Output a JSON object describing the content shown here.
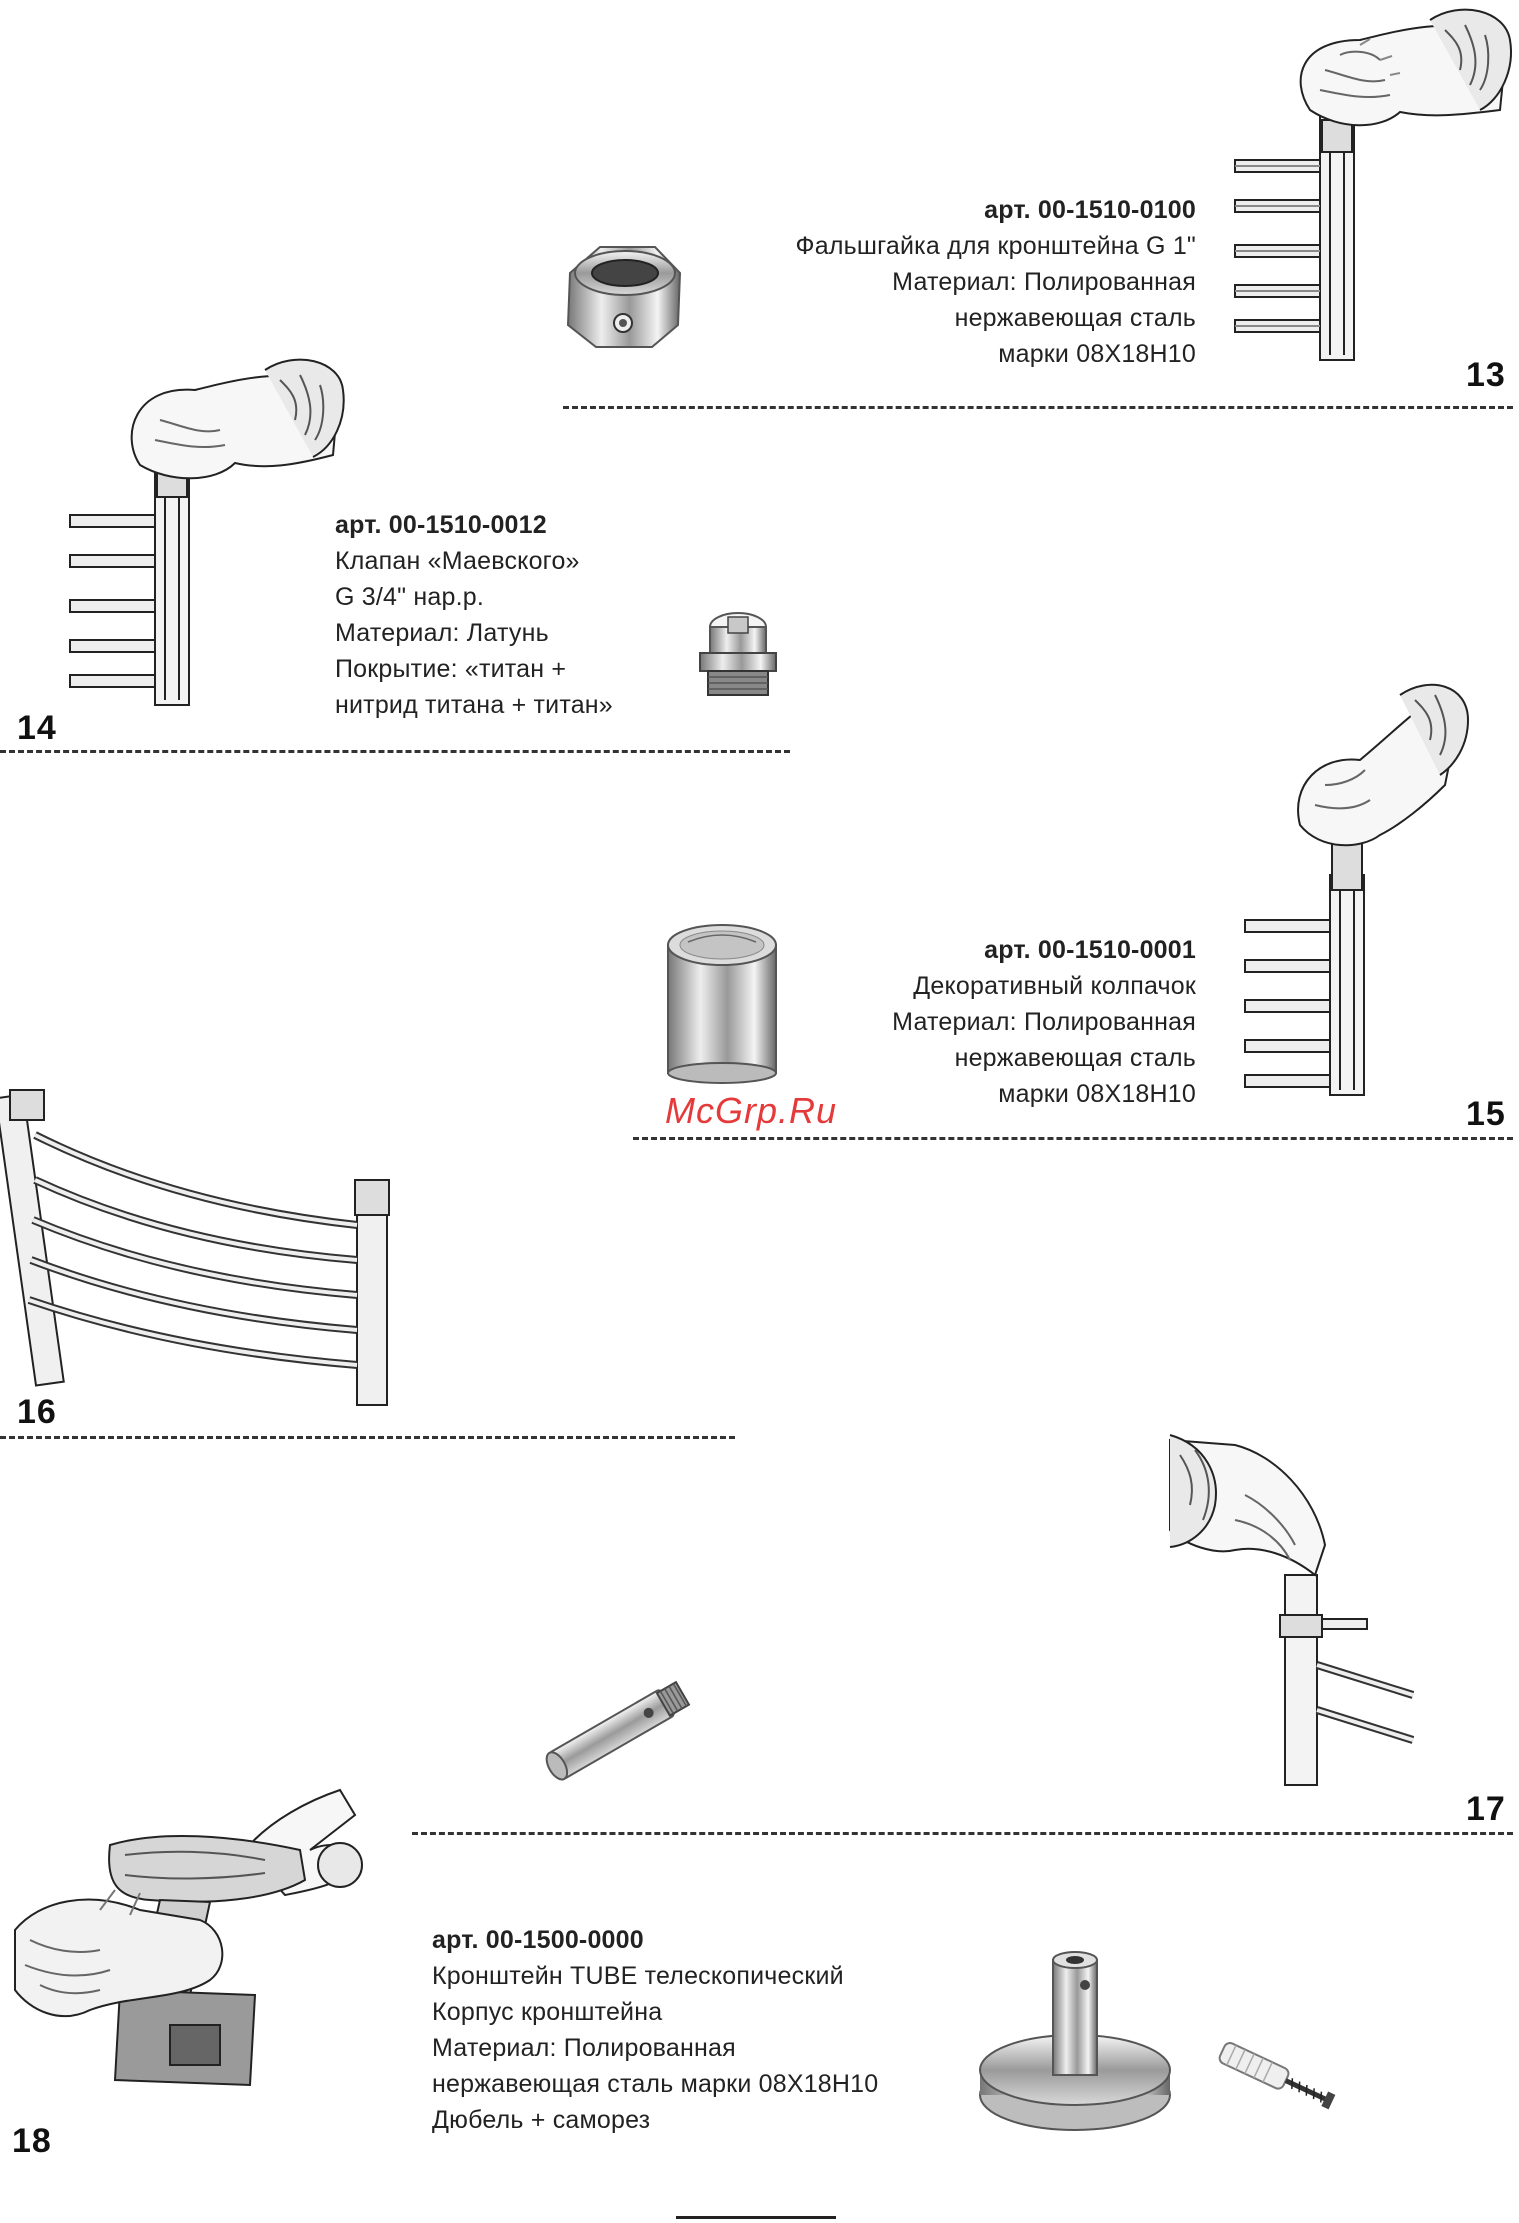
{
  "colors": {
    "text": "#222222",
    "dashes": "#333333",
    "watermark": "#e53a3a"
  },
  "items": [
    {
      "number": "13",
      "lines": [
        "арт. 00-1510-0100",
        "Фальшгайка для кронштейна G 1\"",
        "Материал: Полированная",
        "нержавеющая сталь",
        "марки 08Х18Н10"
      ]
    },
    {
      "number": "14",
      "lines": [
        "арт. 00-1510-0012",
        "Клапан «Маевского»",
        "G 3/4\" нар.р.",
        "Материал: Латунь",
        "Покрытие: «титан +",
        "нитрид титана + титан»"
      ]
    },
    {
      "number": "15",
      "lines": [
        "арт. 00-1510-0001",
        "Декоративный колпачок",
        "Материал: Полированная",
        "нержавеющая сталь",
        "марки 08Х18Н10"
      ]
    },
    {
      "number": "16"
    },
    {
      "number": "17"
    },
    {
      "number": "18",
      "lines": [
        "арт. 00-1500-0000",
        "Кронштейн TUBE телескопический",
        "Корпус кронштейна",
        "Материал: Полированная",
        "нержавеющая сталь марки 08Х18Н10",
        "Дюбель + саморез"
      ]
    }
  ],
  "watermark": "McGrp.Ru",
  "icons": [
    "hand-on-towel-rail-illustration",
    "nut-product-photo",
    "valve-product-photo",
    "cap-product-photo",
    "curved-towel-rail-illustration",
    "telescopic-rod-photo",
    "drill-illustration",
    "bracket-base-photo",
    "dowel-screw-photo"
  ]
}
